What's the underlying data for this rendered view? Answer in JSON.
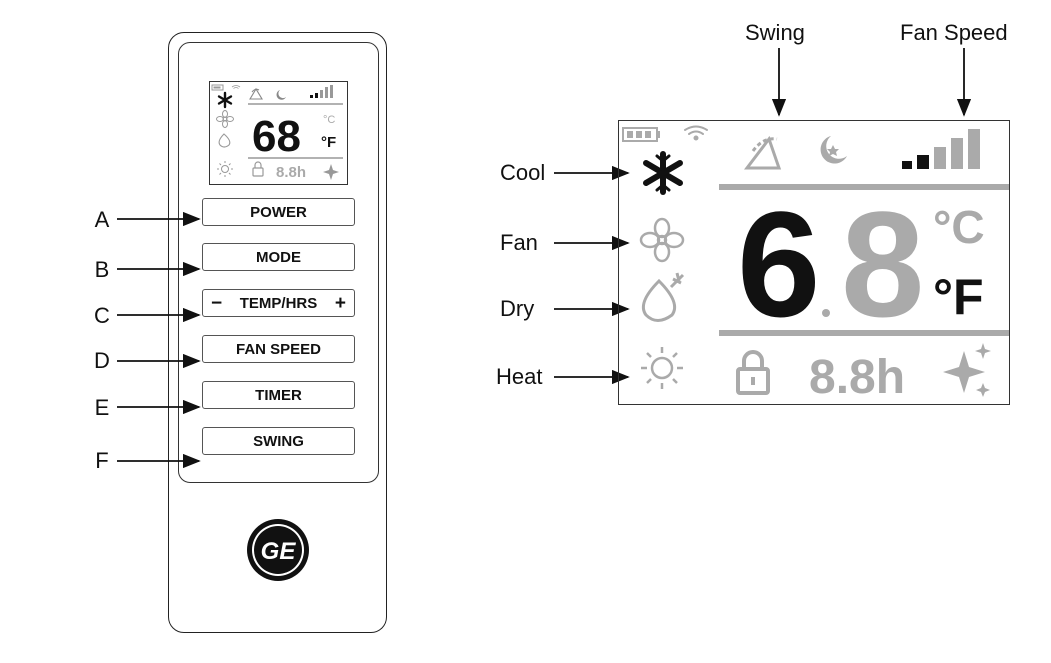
{
  "remote": {
    "buttons": [
      {
        "id": "A",
        "label": "POWER"
      },
      {
        "id": "B",
        "label": "MODE"
      },
      {
        "id": "C",
        "label": "TEMP/HRS",
        "minus": "−",
        "plus": "+"
      },
      {
        "id": "D",
        "label": "FAN SPEED"
      },
      {
        "id": "E",
        "label": "TIMER"
      },
      {
        "id": "F",
        "label": "SWING"
      }
    ],
    "pointer_letters": [
      "A",
      "B",
      "C",
      "D",
      "E",
      "F"
    ],
    "logo": "GE"
  },
  "display": {
    "temp_digits": "68",
    "unit_c": "°C",
    "unit_f": "°F",
    "timer_text": "8.8h",
    "colors": {
      "active": "#111111",
      "inactive": "#b3b3b3"
    }
  },
  "callouts": {
    "left": [
      "Cool",
      "Fan",
      "Dry",
      "Heat"
    ],
    "top": [
      "Swing",
      "Fan Speed"
    ]
  }
}
